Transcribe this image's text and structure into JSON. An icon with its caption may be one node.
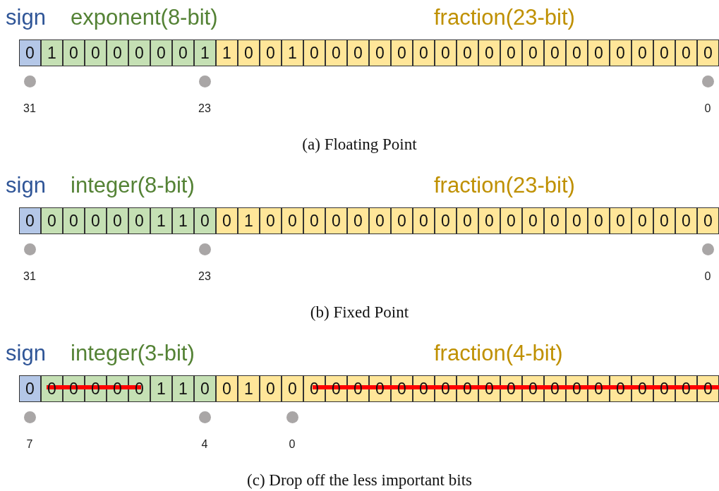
{
  "diagram": {
    "labels": [
      "sign",
      "exponent(8-bit)",
      "fraction(23-bit)",
      "0",
      "1",
      "0",
      "0",
      "0",
      "0",
      "0",
      "0",
      "1",
      "1",
      "0",
      "0",
      "1",
      "0",
      "0",
      "0",
      "0",
      "0",
      "0",
      "0",
      "0",
      "0",
      "0",
      "0",
      "0",
      "0",
      "0",
      "0",
      "0",
      "0",
      "0",
      "0",
      "31",
      "23",
      "0",
      "(a) Floating Point",
      "sign",
      "integer(8-bit)",
      "fraction(23-bit)",
      "0",
      "0",
      "0",
      "0",
      "0",
      "0",
      "1",
      "1",
      "0",
      "0",
      "1",
      "0",
      "0",
      "0",
      "0",
      "0",
      "0",
      "0",
      "0",
      "0",
      "0",
      "0",
      "0",
      "0",
      "0",
      "0",
      "0",
      "0",
      "0",
      "0",
      "0",
      "0",
      "31",
      "23",
      "0",
      "(b) Fixed Point",
      "sign",
      "integer(3-bit)",
      "fraction(4-bit)",
      "0",
      "0",
      "0",
      "0",
      "0",
      "0",
      "1",
      "1",
      "0",
      "0",
      "1",
      "0",
      "0",
      "0",
      "0",
      "0",
      "0",
      "0",
      "0",
      "0",
      "0",
      "0",
      "0",
      "0",
      "0",
      "0",
      "0",
      "0",
      "0",
      "0",
      "0",
      "0",
      "7",
      "4",
      "0",
      "(c) Drop off the less important bits"
    ]
  }
}
